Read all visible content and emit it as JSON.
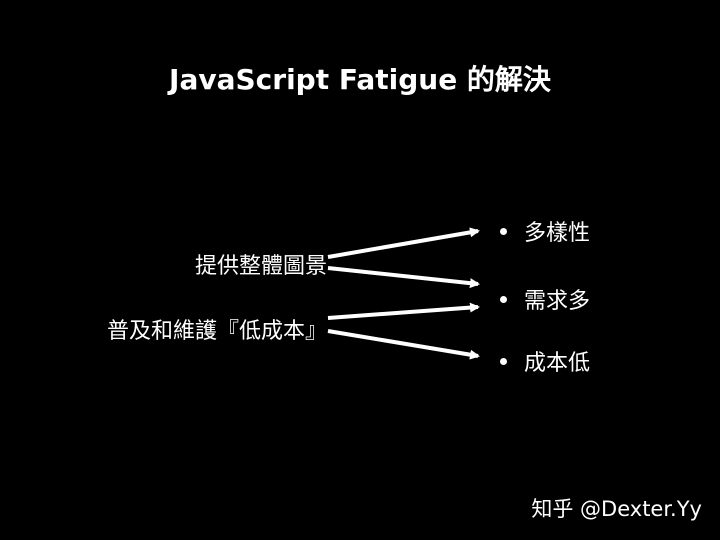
{
  "title": "JavaScript Fatigue 的解決",
  "left_items": [
    {
      "label": "提供整體圖景"
    },
    {
      "label": "普及和維護『低成本』"
    }
  ],
  "right_items": [
    {
      "label": "多樣性"
    },
    {
      "label": "需求多"
    },
    {
      "label": "成本低"
    }
  ],
  "watermark": "知乎 @Dexter.Yy",
  "colors": {
    "background": "#000000",
    "foreground": "#ffffff"
  }
}
